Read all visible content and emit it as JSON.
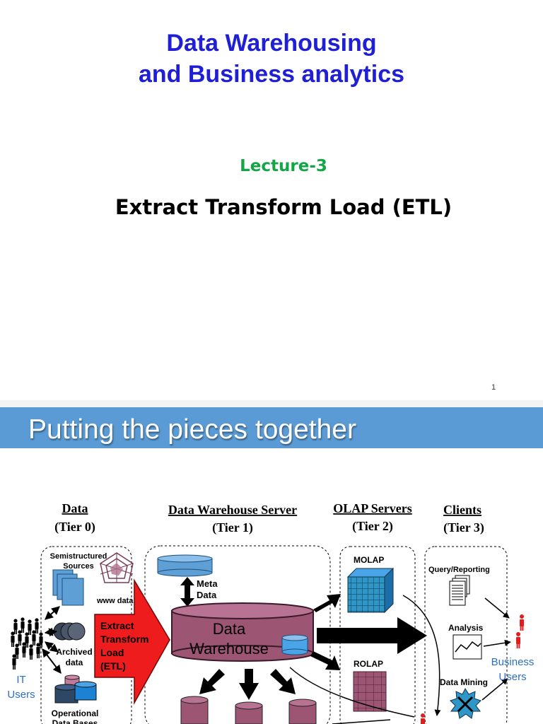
{
  "slide1": {
    "title_line1": "Data Warehousing",
    "title_line2": "and Business analytics",
    "lecture": "Lecture-3",
    "subtitle": "Extract Transform Load (ETL)",
    "page_number": "1"
  },
  "slide2": {
    "title": "Putting the pieces together",
    "tiers": {
      "data": {
        "name": "Data",
        "tier": "(Tier 0)"
      },
      "server": {
        "name": "Data Warehouse Server",
        "tier": "(Tier 1)"
      },
      "olap": {
        "name": "OLAP Servers",
        "tier": "(Tier 2)"
      },
      "clients": {
        "name": "Clients",
        "tier": "(Tier 3)"
      }
    },
    "sources": {
      "semi_line1": "Semistructured",
      "semi_line2": "Sources",
      "www": "www data",
      "archived_line1": "Archived",
      "archived_line2": "data",
      "operational_line1": "Operational",
      "operational_line2": "Data Bases"
    },
    "etl": {
      "line1": "Extract",
      "line2": "Transform",
      "line3": "Load",
      "line4": "(ETL)"
    },
    "meta_line1": "Meta",
    "meta_line2": "Data",
    "dw_line1": "Data",
    "dw_line2": "Warehouse",
    "molap": "MOLAP",
    "rolap": "ROLAP",
    "query_reporting": "Query/Reporting",
    "analysis": "Analysis",
    "data_mining": "Data Mining",
    "it_users_line1": "IT",
    "it_users_line2": "Users",
    "business_users_line1": "Business",
    "business_users_line2": "Users"
  },
  "colors": {
    "title_blue": "#1f1fd6",
    "lecture_green": "#13a546",
    "banner_blue": "#5b9bd5",
    "warehouse_maroon": "#9c5674",
    "cube_blue": "#2f96c8",
    "etl_red": "#ee1c1c",
    "users_blue": "#2c6fc7"
  }
}
